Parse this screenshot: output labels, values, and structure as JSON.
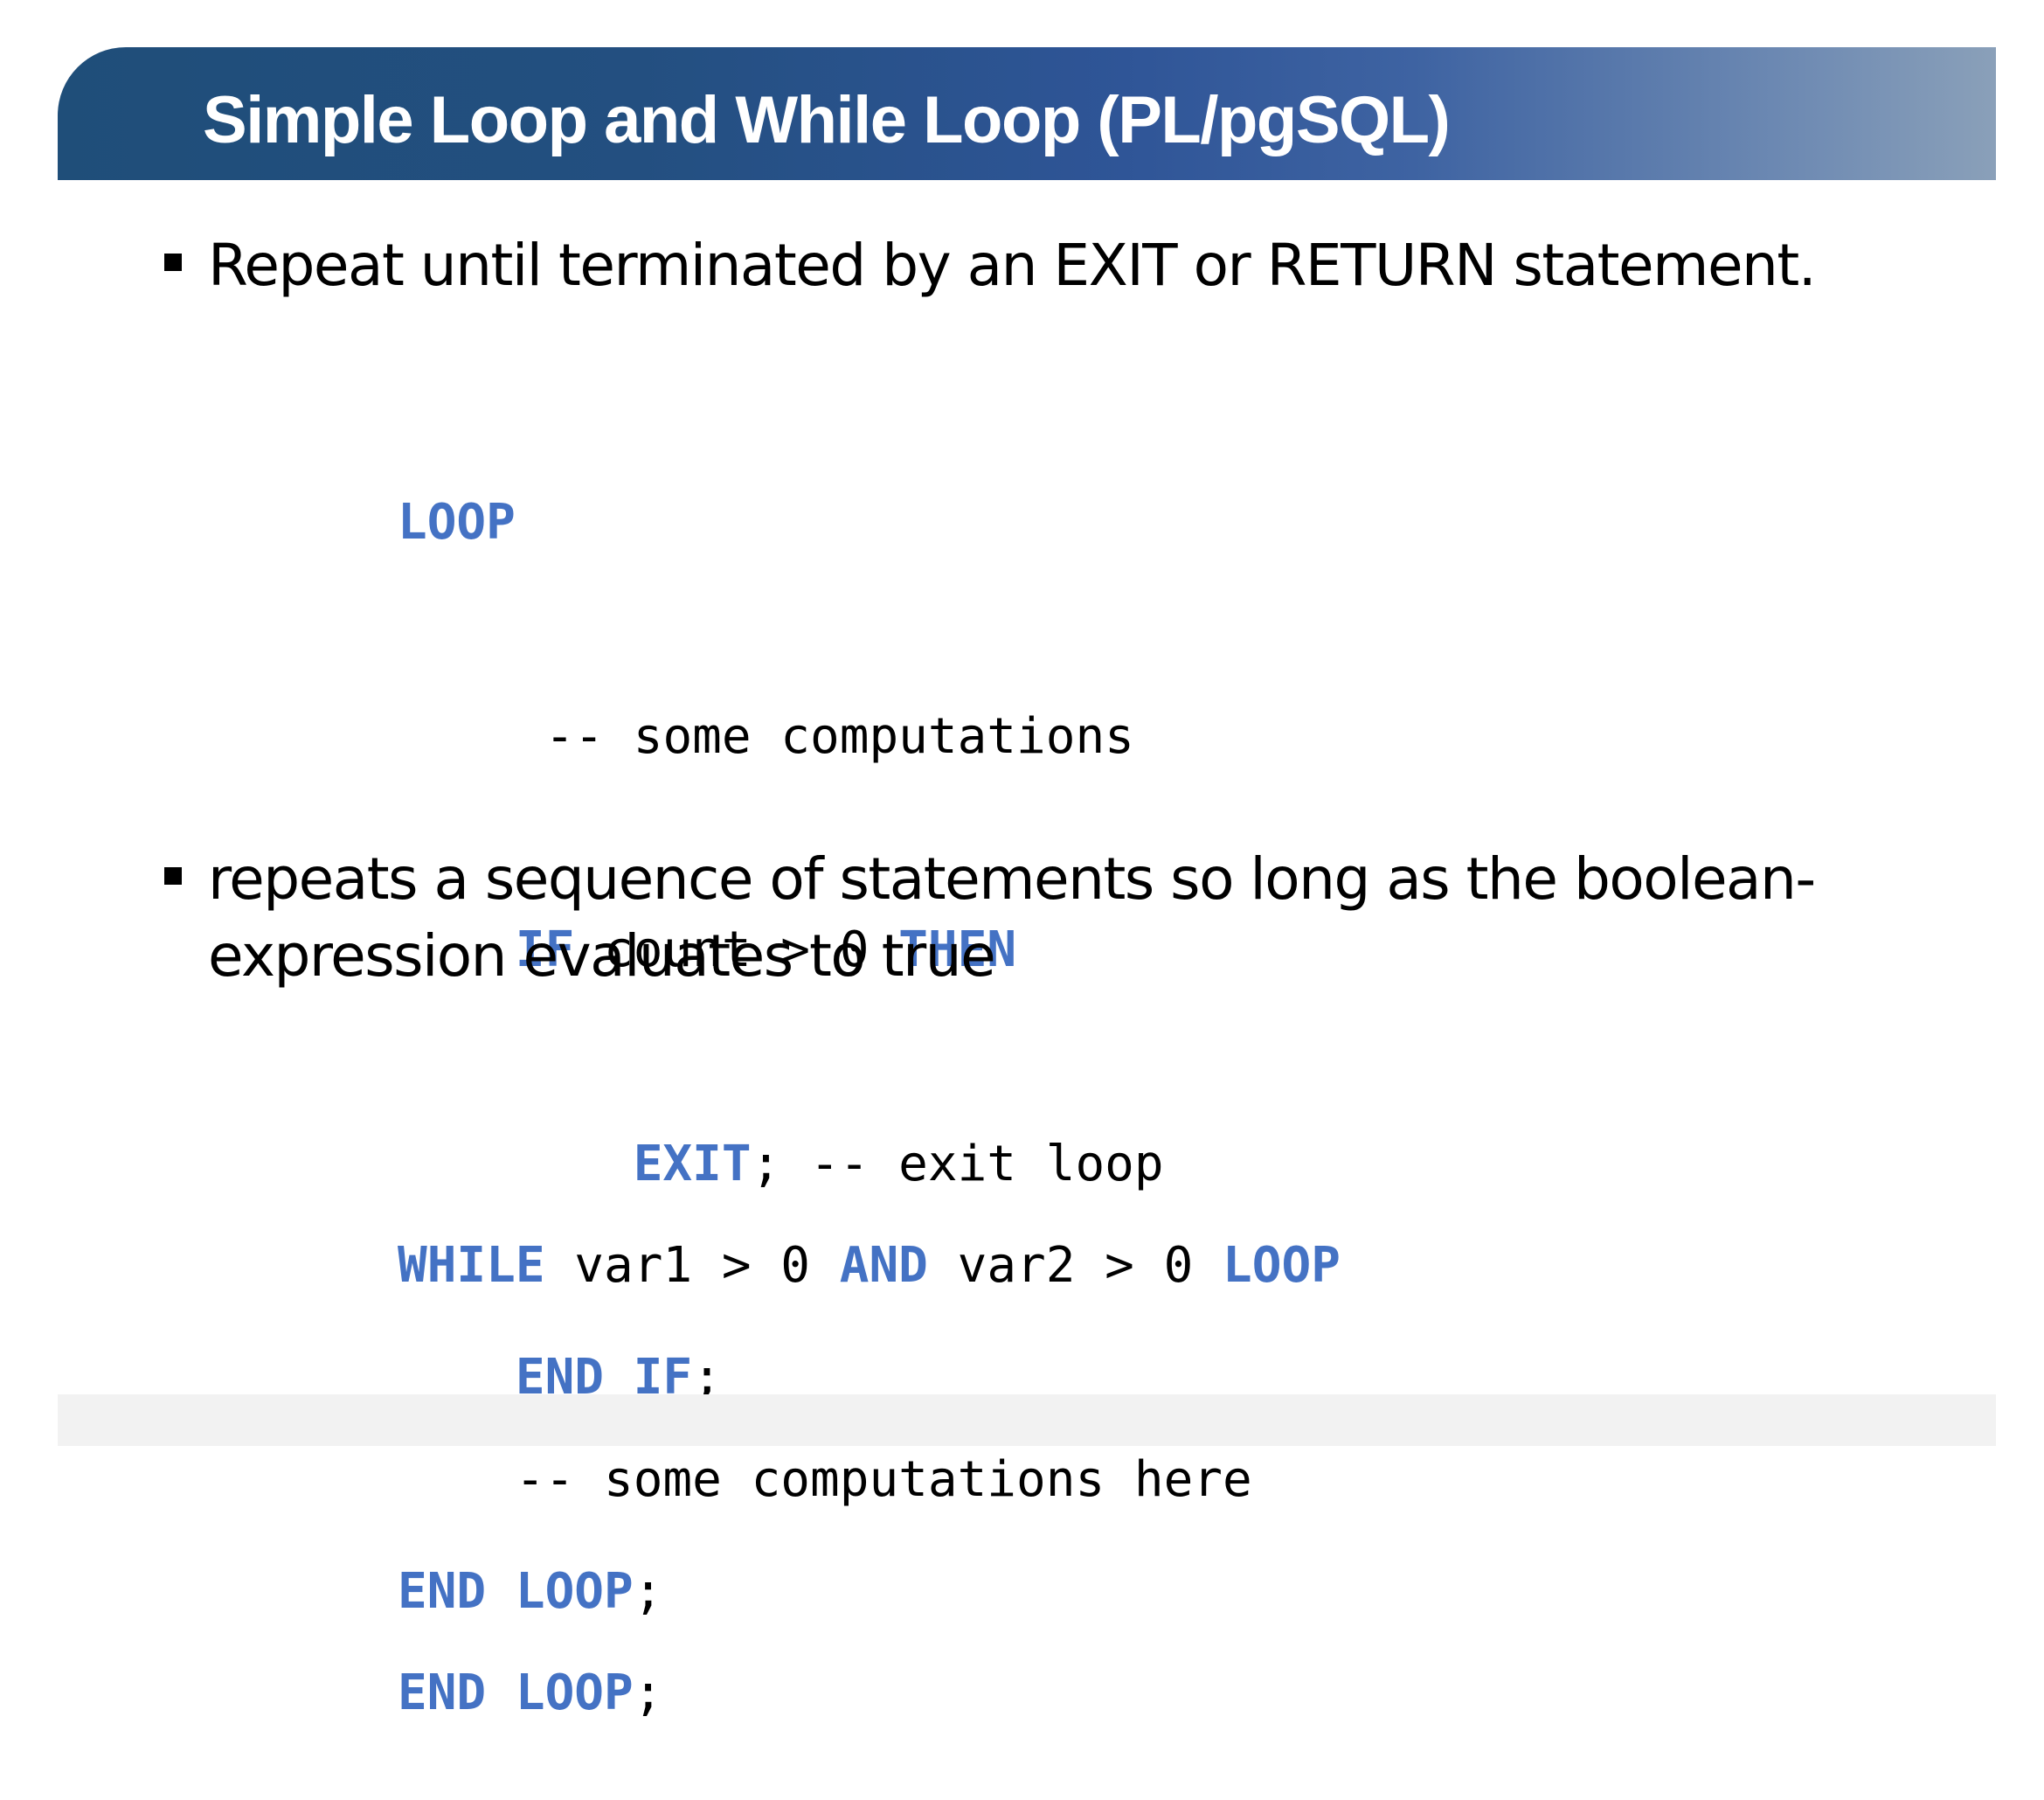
{
  "slide": {
    "title": "Simple Loop and While Loop (PL/pgSQL)",
    "bullets": [
      "Repeat until terminated by an EXIT or RETURN statement.",
      "repeats a sequence of statements so long as the boolean-expression evaluates to true"
    ]
  },
  "code1": {
    "l1_kw1": "LOOP",
    "l2_text": "-- some computations",
    "l3_kw1": "IF",
    "l3_text": " count > 0 ",
    "l3_kw2": "THEN",
    "l4_kw1": "EXIT",
    "l4_text": "; -- exit loop",
    "l5_kw1": "END IF",
    "l5_text": ";",
    "l6_kw1": "END LOOP",
    "l6_text": ";"
  },
  "code2": {
    "l1_kw1": "WHILE",
    "l1_text1": " var1 > 0 ",
    "l1_kw2": "AND",
    "l1_text2": " var2 > 0 ",
    "l1_kw3": "LOOP",
    "l2_text": "-- some computations here",
    "l3_kw1": "END LOOP",
    "l3_text": ";"
  },
  "colors": {
    "keyword": "#4472c4",
    "title_bar_start": "#1f4e79",
    "title_bar_end": "#8aa0b9",
    "title_text": "#ffffff",
    "footer_bar": "#f2f2f2"
  }
}
